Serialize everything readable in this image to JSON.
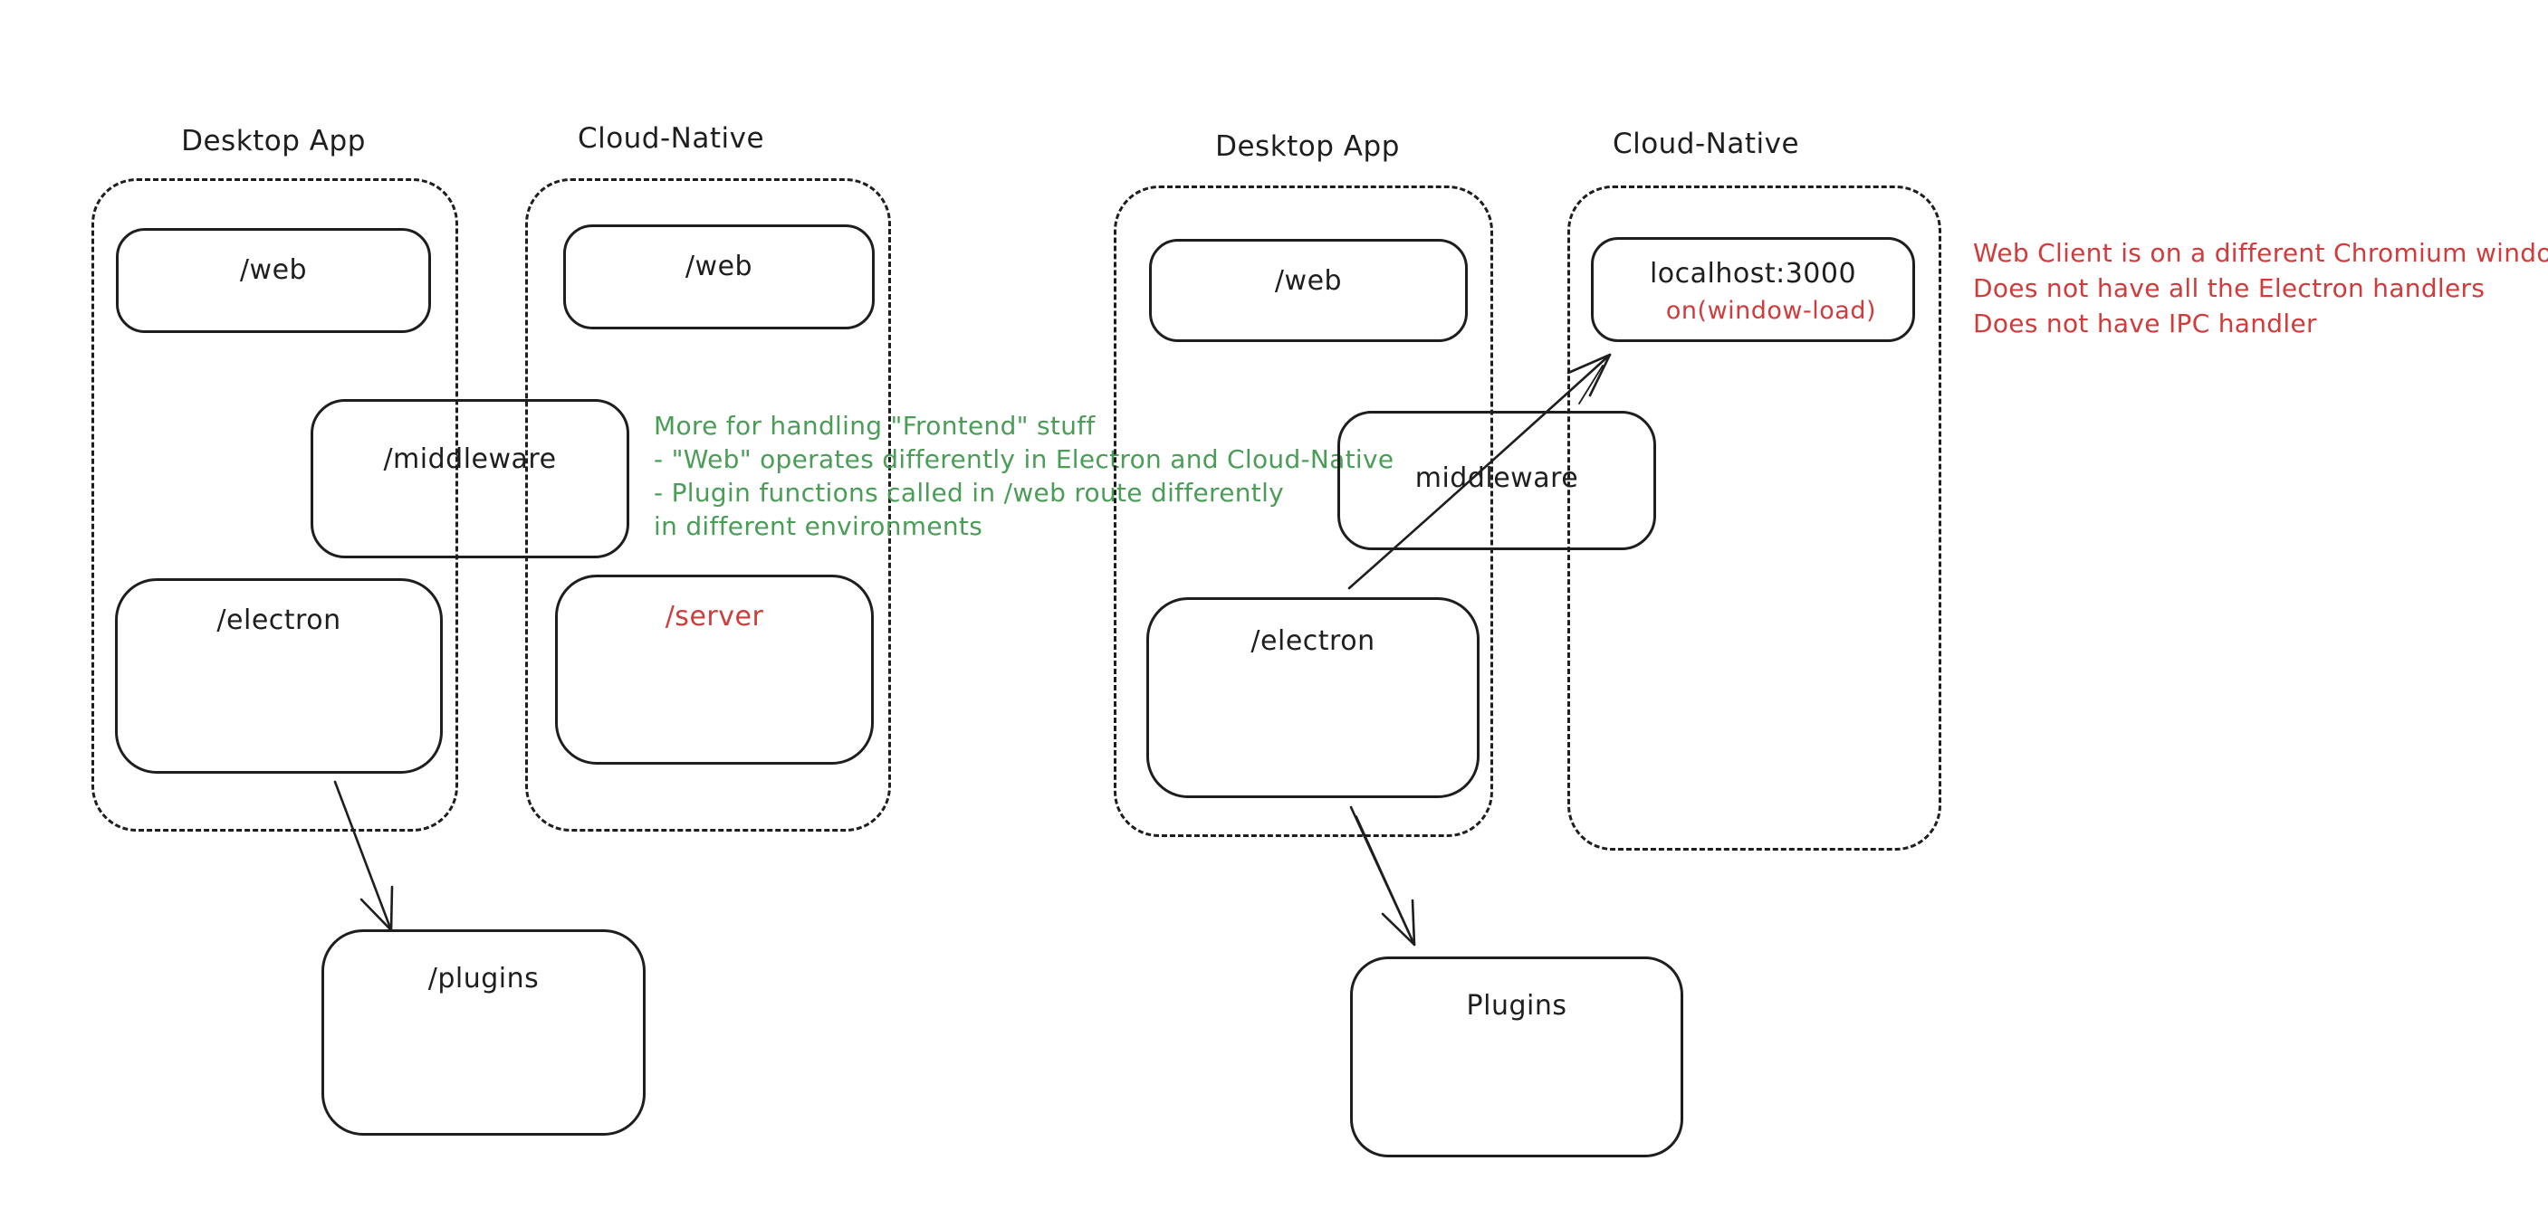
{
  "colors": {
    "ink": "#1e1e1e",
    "green": "#4a9d57",
    "red": "#d03b3b",
    "bg": "#ffffff"
  },
  "left_group": {
    "desktop_label": "Desktop App",
    "cloud_label": "Cloud-Native",
    "web_desktop": "/web",
    "web_cloud": "/web",
    "middleware": "/middleware",
    "electron": "/electron",
    "server": "/server",
    "plugins": "/plugins"
  },
  "right_group": {
    "desktop_label": "Desktop App",
    "cloud_label": "Cloud-Native",
    "web": "/web",
    "localhost": "localhost:3000",
    "window_load": "on(window-load)",
    "middleware": "middleware",
    "electron": "/electron",
    "plugins": "Plugins"
  },
  "green_note": {
    "line1": "More for handling \"Frontend\" stuff",
    "line2": "- \"Web\" operates differently in Electron and Cloud-Native",
    "line3": "- Plugin functions called in /web route differently",
    "line4": "in different environments"
  },
  "red_note": {
    "line1": "Web Client is on a different Chromium window",
    "line2": "Does not have all the Electron handlers",
    "line3": "Does not have IPC handler"
  }
}
